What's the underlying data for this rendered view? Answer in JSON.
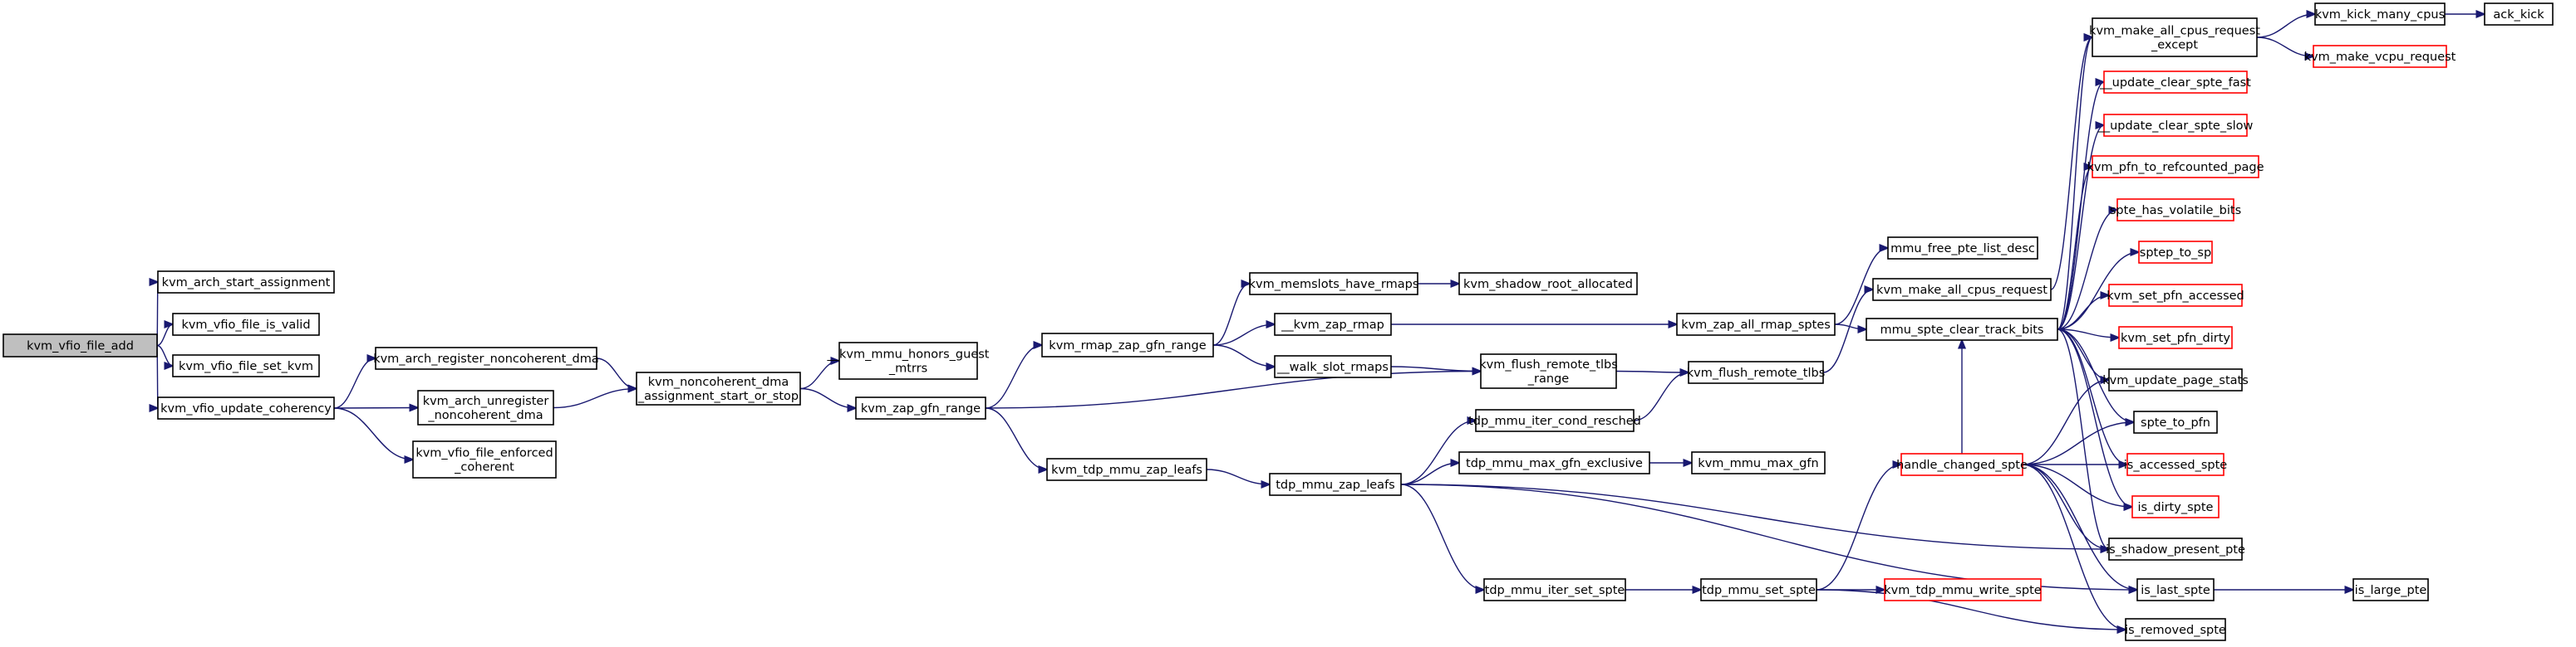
{
  "graph": {
    "nodes": [
      {
        "id": "root",
        "lines": [
          "kvm_vfio_file_add"
        ],
        "root": true
      },
      {
        "id": "n1",
        "lines": [
          "kvm_arch_start_assignment"
        ]
      },
      {
        "id": "n2",
        "lines": [
          "kvm_vfio_file_is_valid"
        ]
      },
      {
        "id": "n3",
        "lines": [
          "kvm_vfio_file_set_kvm"
        ]
      },
      {
        "id": "n4",
        "lines": [
          "kvm_vfio_update_coherency"
        ]
      },
      {
        "id": "n5",
        "lines": [
          "kvm_arch_register_noncoherent_dma"
        ]
      },
      {
        "id": "n6",
        "lines": [
          "kvm_arch_unregister",
          "_noncoherent_dma"
        ]
      },
      {
        "id": "n7",
        "lines": [
          "kvm_vfio_file_enforced",
          "_coherent"
        ]
      },
      {
        "id": "n8",
        "lines": [
          "kvm_noncoherent_dma",
          "_assignment_start_or_stop"
        ]
      },
      {
        "id": "n9",
        "lines": [
          "__kvm_mmu_honors_guest",
          "_mtrrs"
        ]
      },
      {
        "id": "n10",
        "lines": [
          "kvm_zap_gfn_range"
        ]
      },
      {
        "id": "n11",
        "lines": [
          "kvm_rmap_zap_gfn_range"
        ]
      },
      {
        "id": "n12",
        "lines": [
          "kvm_tdp_mmu_zap_leafs"
        ]
      },
      {
        "id": "n13",
        "lines": [
          "kvm_memslots_have_rmaps"
        ]
      },
      {
        "id": "n14",
        "lines": [
          "__kvm_zap_rmap"
        ]
      },
      {
        "id": "n15",
        "lines": [
          "__walk_slot_rmaps"
        ]
      },
      {
        "id": "n16",
        "lines": [
          "kvm_shadow_root_allocated"
        ]
      },
      {
        "id": "n17",
        "lines": [
          "kvm_flush_remote_tlbs",
          "_range"
        ]
      },
      {
        "id": "n18",
        "lines": [
          "tdp_mmu_zap_leafs"
        ]
      },
      {
        "id": "n19",
        "lines": [
          "tdp_mmu_iter_cond_resched"
        ]
      },
      {
        "id": "n20",
        "lines": [
          "tdp_mmu_max_gfn_exclusive"
        ]
      },
      {
        "id": "n21",
        "lines": [
          "tdp_mmu_iter_set_spte"
        ]
      },
      {
        "id": "n22",
        "lines": [
          "kvm_mmu_max_gfn"
        ]
      },
      {
        "id": "n23",
        "lines": [
          "kvm_zap_all_rmap_sptes"
        ]
      },
      {
        "id": "n24",
        "lines": [
          "kvm_flush_remote_tlbs"
        ]
      },
      {
        "id": "n25",
        "lines": [
          "tdp_mmu_set_spte"
        ]
      },
      {
        "id": "n26",
        "lines": [
          "mmu_free_pte_list_desc"
        ]
      },
      {
        "id": "n27",
        "lines": [
          "kvm_make_all_cpus_request"
        ]
      },
      {
        "id": "n28",
        "lines": [
          "mmu_spte_clear_track_bits"
        ]
      },
      {
        "id": "n29",
        "lines": [
          "handle_changed_spte"
        ],
        "trunc": true
      },
      {
        "id": "n30",
        "lines": [
          "kvm_tdp_mmu_write_spte"
        ],
        "trunc": true
      },
      {
        "id": "n31",
        "lines": [
          "kvm_make_all_cpus_request",
          "_except"
        ]
      },
      {
        "id": "n32",
        "lines": [
          "__update_clear_spte_fast"
        ],
        "trunc": true
      },
      {
        "id": "n33",
        "lines": [
          "__update_clear_spte_slow"
        ],
        "trunc": true
      },
      {
        "id": "n34",
        "lines": [
          "kvm_pfn_to_refcounted_page"
        ],
        "trunc": true
      },
      {
        "id": "n35",
        "lines": [
          "spte_has_volatile_bits"
        ],
        "trunc": true
      },
      {
        "id": "n36",
        "lines": [
          "sptep_to_sp"
        ],
        "trunc": true
      },
      {
        "id": "n37",
        "lines": [
          "kvm_set_pfn_accessed"
        ],
        "trunc": true
      },
      {
        "id": "n38",
        "lines": [
          "kvm_set_pfn_dirty"
        ],
        "trunc": true
      },
      {
        "id": "n39",
        "lines": [
          "kvm_update_page_stats"
        ]
      },
      {
        "id": "n40",
        "lines": [
          "spte_to_pfn"
        ]
      },
      {
        "id": "n41",
        "lines": [
          "is_accessed_spte"
        ],
        "trunc": true
      },
      {
        "id": "n42",
        "lines": [
          "is_dirty_spte"
        ],
        "trunc": true
      },
      {
        "id": "n43",
        "lines": [
          "is_shadow_present_pte"
        ]
      },
      {
        "id": "n44",
        "lines": [
          "is_last_spte"
        ]
      },
      {
        "id": "n45",
        "lines": [
          "is_removed_spte"
        ]
      },
      {
        "id": "n46",
        "lines": [
          "kvm_kick_many_cpus"
        ]
      },
      {
        "id": "n47",
        "lines": [
          "kvm_make_vcpu_request"
        ],
        "trunc": true
      },
      {
        "id": "n48",
        "lines": [
          "ack_kick"
        ]
      },
      {
        "id": "n49",
        "lines": [
          "is_large_pte"
        ]
      }
    ],
    "edges": [
      [
        "root",
        "n1"
      ],
      [
        "root",
        "n2"
      ],
      [
        "root",
        "n3"
      ],
      [
        "root",
        "n4"
      ],
      [
        "n4",
        "n5"
      ],
      [
        "n4",
        "n6"
      ],
      [
        "n4",
        "n7"
      ],
      [
        "n5",
        "n8"
      ],
      [
        "n6",
        "n8"
      ],
      [
        "n8",
        "n9"
      ],
      [
        "n8",
        "n10"
      ],
      [
        "n10",
        "n11"
      ],
      [
        "n10",
        "n12"
      ],
      [
        "n10",
        "n17"
      ],
      [
        "n11",
        "n13"
      ],
      [
        "n11",
        "n14"
      ],
      [
        "n11",
        "n15"
      ],
      [
        "n13",
        "n16"
      ],
      [
        "n14",
        "n23"
      ],
      [
        "n15",
        "n17"
      ],
      [
        "n17",
        "n24"
      ],
      [
        "n12",
        "n18"
      ],
      [
        "n18",
        "n19"
      ],
      [
        "n18",
        "n20"
      ],
      [
        "n18",
        "n21"
      ],
      [
        "n18",
        "n43"
      ],
      [
        "n18",
        "n44"
      ],
      [
        "n19",
        "n24"
      ],
      [
        "n20",
        "n22"
      ],
      [
        "n21",
        "n25"
      ],
      [
        "n23",
        "n26"
      ],
      [
        "n23",
        "n28"
      ],
      [
        "n24",
        "n27"
      ],
      [
        "n25",
        "n29"
      ],
      [
        "n25",
        "n30"
      ],
      [
        "n25",
        "n45"
      ],
      [
        "n27",
        "n31"
      ],
      [
        "n31",
        "n46"
      ],
      [
        "n31",
        "n47"
      ],
      [
        "n46",
        "n48"
      ],
      [
        "n28",
        "n31"
      ],
      [
        "n28",
        "n32"
      ],
      [
        "n28",
        "n33"
      ],
      [
        "n28",
        "n34"
      ],
      [
        "n28",
        "n35"
      ],
      [
        "n28",
        "n36"
      ],
      [
        "n28",
        "n37"
      ],
      [
        "n28",
        "n38"
      ],
      [
        "n28",
        "n39"
      ],
      [
        "n28",
        "n40"
      ],
      [
        "n28",
        "n41"
      ],
      [
        "n28",
        "n42"
      ],
      [
        "n28",
        "n43"
      ],
      [
        "n29",
        "n28"
      ],
      [
        "n29",
        "n39"
      ],
      [
        "n29",
        "n40"
      ],
      [
        "n29",
        "n41"
      ],
      [
        "n29",
        "n42"
      ],
      [
        "n29",
        "n43"
      ],
      [
        "n29",
        "n44"
      ],
      [
        "n29",
        "n45"
      ],
      [
        "n44",
        "n49"
      ]
    ]
  }
}
